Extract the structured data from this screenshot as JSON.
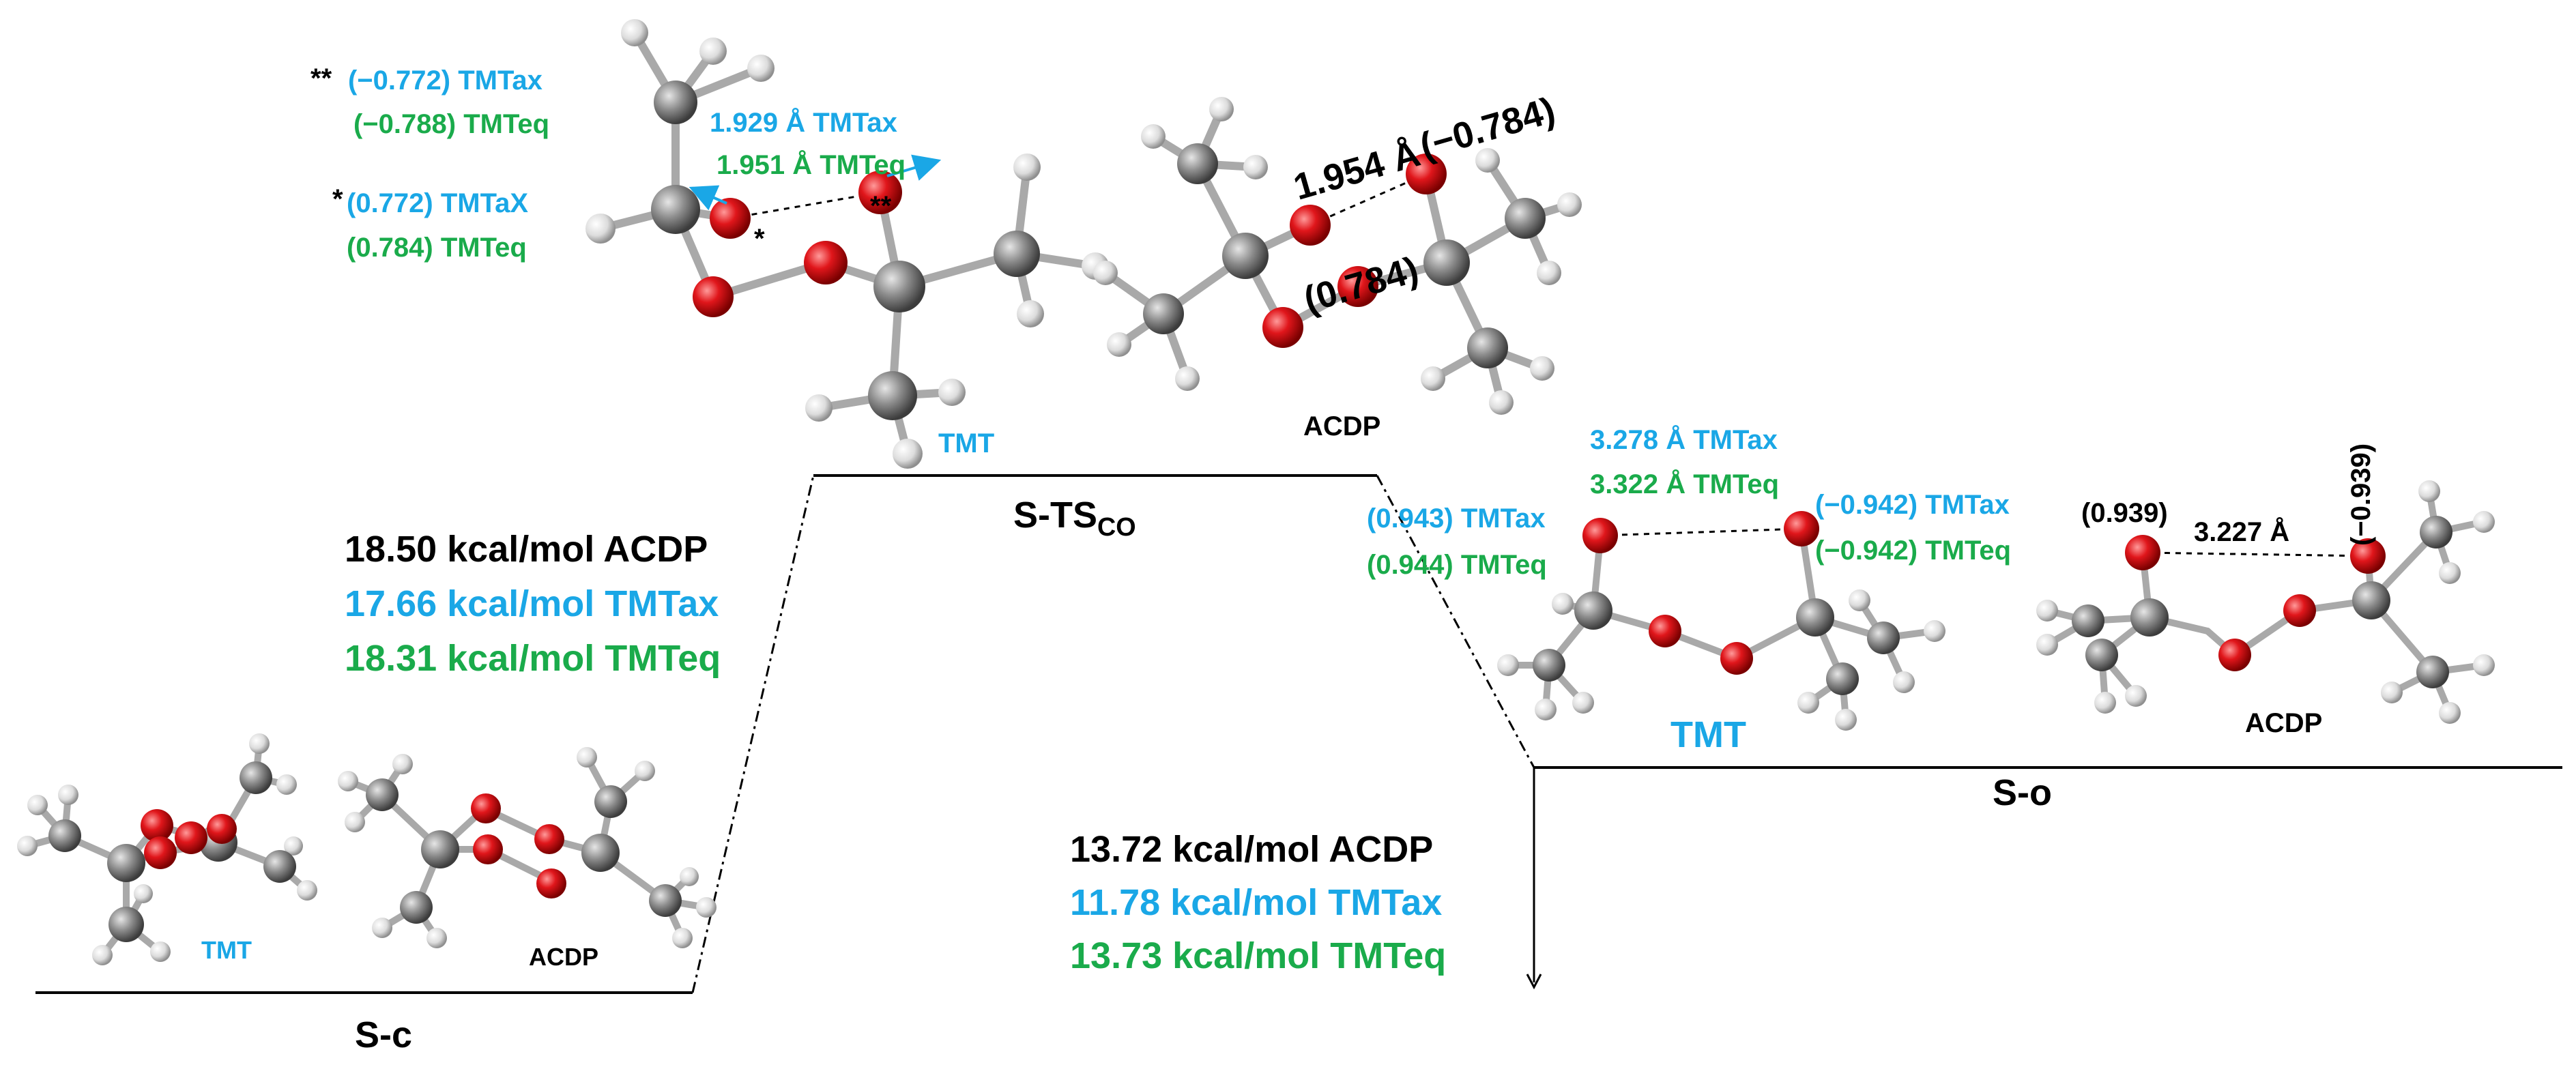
{
  "colors": {
    "black": "#000000",
    "blue": "#1aa7e6",
    "green": "#1aab4b",
    "oxygen": "#e0161b",
    "carbon": "#8c8c8c",
    "hydrogen": "#dcdcdc"
  },
  "states": {
    "sc": {
      "label": "S-c"
    },
    "ts": {
      "label_main": "S-TS",
      "label_sub": "CO"
    },
    "so": {
      "label": "S-o"
    }
  },
  "barriers": {
    "ts": [
      "18.50 kcal/mol ACDP",
      "17.66 kcal/mol TMTax",
      "18.31 kcal/mol TMTeq"
    ],
    "so": [
      "13.72 kcal/mol ACDP",
      "11.78 kcal/mol TMTax",
      "13.73 kcal/mol TMTeq"
    ]
  },
  "molecules": {
    "tmt": "TMT",
    "acdp": "ACDP"
  },
  "ts_annotations": {
    "double_star": "**",
    "single_star": "*",
    "charge_ax_neg": "(−0.772) TMTax",
    "charge_eq_neg": "(−0.788) TMTeq",
    "charge_ax_pos": "(0.772) TMTaX",
    "charge_eq_pos": "(0.784) TMTeq",
    "dist_ax": "1.929 Å TMTax",
    "dist_eq": "1.951 Å TMTeq",
    "acdp_dist": "1.954 Å",
    "acdp_neg": "(−0.784)",
    "acdp_pos": "(0.784)"
  },
  "so_annotations": {
    "dist_ax": "3.278 Å TMTax",
    "dist_eq": "3.322 Å TMTeq",
    "pos_ax": "(0.943) TMTax",
    "pos_eq": "(0.944) TMTeq",
    "neg_ax": "(−0.942) TMTax",
    "neg_eq": "(−0.942) TMTeq",
    "acdp_pos": "(0.939)",
    "acdp_dist": "3.227 Å",
    "acdp_neg": "(−0.939)"
  }
}
